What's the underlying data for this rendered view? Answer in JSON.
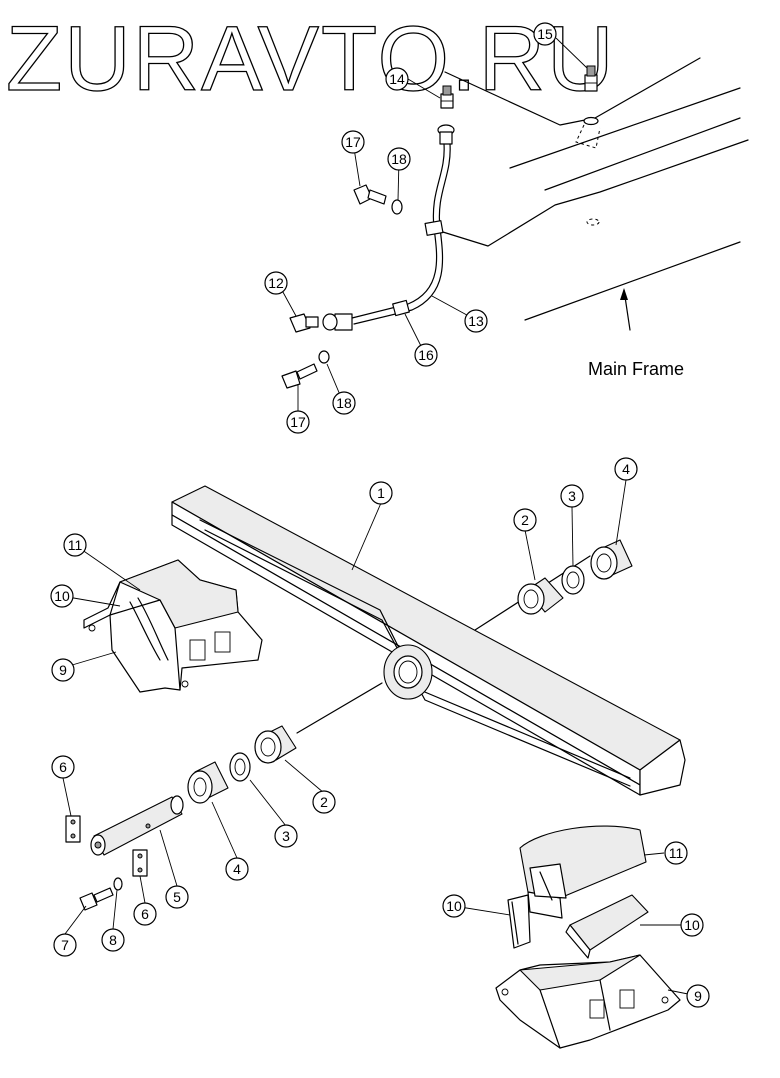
{
  "watermark": "ZURAVTO.RU",
  "frame_label": "Main Frame",
  "callouts": {
    "c1": "1",
    "c2a": "2",
    "c2b": "2",
    "c3a": "3",
    "c3b": "3",
    "c4a": "4",
    "c4b": "4",
    "c5": "5",
    "c6a": "6",
    "c6b": "6",
    "c7": "7",
    "c8": "8",
    "c9a": "9",
    "c9b": "9",
    "c10a": "10",
    "c10b": "10",
    "c10c": "10",
    "c11a": "11",
    "c11b": "11",
    "c12": "12",
    "c13": "13",
    "c14": "14",
    "c15": "15",
    "c16": "16",
    "c17a": "17",
    "c17b": "17",
    "c18a": "18",
    "c18b": "18"
  }
}
